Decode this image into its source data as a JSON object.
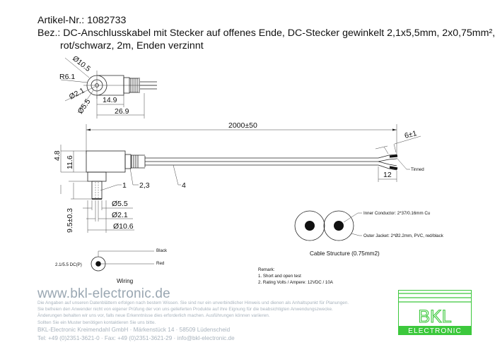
{
  "header": {
    "article_number_label": "Artikel-Nr.: 1082733",
    "description_line1": "Bez.: DC-Anschlusskabel mit Stecker auf offenes Ende, DC-Stecker gewinkelt 2,1x5,5mm, 2x0,75mm², ",
    "description_line2": "rot/schwarz, 2m, Enden verzinnt"
  },
  "top_view": {
    "dim_outer_dia": "Ø10.5",
    "dim_radius": "R6.1",
    "dim_pin_dia": "Ø2.1",
    "dim_sleeve_dia": "Ø5.5",
    "dim_len_short": "14.9",
    "dim_len_long": "26.9"
  },
  "side_view": {
    "dim_cable_length": "2000±50",
    "dim_strip": "6±1",
    "dim_split": "12",
    "label_tinned": "Tinned",
    "dim_height_small": "4.8",
    "dim_height_body": "11.6",
    "dim_plug_length": "9.5±0.3",
    "dim_sleeve_dia": "Ø5.5",
    "dim_pin_dia": "Ø2.1",
    "dim_body_dia": "Ø10.6",
    "callout_1": "1",
    "callout_23": "2,3",
    "callout_4": "4"
  },
  "cable_structure": {
    "inner_conductor": "Inner Conductor: 2*37/0.16mm Cu",
    "outer_jacket": "Outer Jacket: 2*Ø2.2mm, PVC, red/black",
    "caption": "Cable Structure (0.75mm2)"
  },
  "wiring": {
    "plug_label": "2.1/5.5 DC(P)",
    "wire_black": "Black",
    "wire_red": "Red",
    "caption": "Wiring"
  },
  "remark": {
    "title": "Remark:",
    "item1": "1. Short and open test",
    "item2": "2. Rating Volts / Ampere: 12VDC / 10A"
  },
  "footer": {
    "website": "www.bkl-electronic.de",
    "disclaimer": [
      "Die Angaben auf unseren Datenblättern erfolgen nach bestem Wissen. Sie sind nur ein unverbindlicher Hinweis und dienen als Anhaltspunkt für Planungen.",
      "Sie befreien den Anwender nicht von eigener Prüfung der von uns gelieferten Produkte auf ihre Eignung für die beabsichtigten Anwendungszwecke.",
      "Änderungen behalten wir uns vor, falls neue Erkenntnisse dies erforderlich machen. Ausführungen können variieren.",
      "Sollten Sie ein Muster benötigen kontaktieren Sie uns bitte."
    ],
    "address": "BKL-Electronic Kreimendahl GmbH · Märkenstück 14 · 58509 Lüdenscheid",
    "contact": "Tel: +49 (0)2351-3621-0 · Fax: +49 (0)2351-3621-29 · info@bkl-electronic.de"
  },
  "logo": {
    "brand": "BKL",
    "subtitle": "ELECTRONIC",
    "color": "#3cc83c"
  }
}
